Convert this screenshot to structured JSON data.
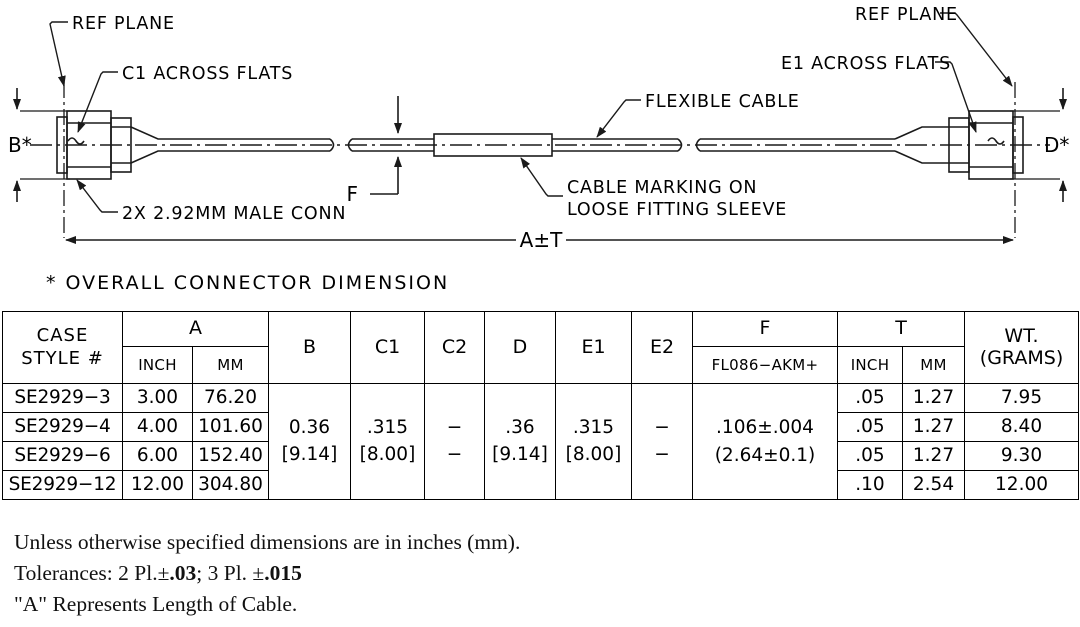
{
  "drawing": {
    "labels": {
      "ref_plane_left": "REF PLANE",
      "ref_plane_right": "REF PLANE",
      "c1_across_flats": "C1 ACROSS FLATS",
      "e1_across_flats": "E1 ACROSS FLATS",
      "male_conn": "2X 2.92MM MALE CONN",
      "flexible_cable": "FLEXIBLE CABLE",
      "cable_marking_line1": "CABLE MARKING ON",
      "cable_marking_line2": "LOOSE FITTING SLEEVE",
      "dim_b": "B*",
      "dim_d": "D*",
      "dim_f": "F",
      "dim_overall": "A±T"
    }
  },
  "footnote": {
    "overall_connector": "*  OVERALL  CONNECTOR  DIMENSION"
  },
  "table": {
    "headers": {
      "case_style_line1": "CASE",
      "case_style_line2": "STYLE  #",
      "a": "A",
      "a_inch": "INCH",
      "a_mm": "MM",
      "b": "B",
      "c1": "C1",
      "c2": "C2",
      "d": "D",
      "e1": "E1",
      "e2": "E2",
      "f": "F",
      "f_sub": "FL086−AKM+",
      "t": "T",
      "t_inch": "INCH",
      "t_mm": "MM",
      "wt_line1": "WT.",
      "wt_line2": "(GRAMS)"
    },
    "merged": {
      "b_line1": "0.36",
      "b_line2": "[9.14]",
      "c1_line1": ".315",
      "c1_line2": "[8.00]",
      "c2_line1": "−",
      "c2_line2": "−",
      "d_line1": ".36",
      "d_line2": "[9.14]",
      "e1_line1": ".315",
      "e1_line2": "[8.00]",
      "e2_line1": "−",
      "e2_line2": "−",
      "f_line1": ".106±.004",
      "f_line2": "(2.64±0.1)"
    },
    "rows": [
      {
        "style": "SE2929−3",
        "a_inch": "3.00",
        "a_mm": "76.20",
        "t_inch": ".05",
        "t_mm": "1.27",
        "wt": "7.95"
      },
      {
        "style": "SE2929−4",
        "a_inch": "4.00",
        "a_mm": "101.60",
        "t_inch": ".05",
        "t_mm": "1.27",
        "wt": "8.40"
      },
      {
        "style": "SE2929−6",
        "a_inch": "6.00",
        "a_mm": "152.40",
        "t_inch": ".05",
        "t_mm": "1.27",
        "wt": "9.30"
      },
      {
        "style": "SE2929−12",
        "a_inch": "12.00",
        "a_mm": "304.80",
        "t_inch": ".10",
        "t_mm": "2.54",
        "wt": "12.00"
      }
    ]
  },
  "notes": {
    "line1": "Unless otherwise specified dimensions are in inches (mm).",
    "line2_a": "Tolerances: 2 Pl.±",
    "line2_b": ".03",
    "line2_c": ";  3 Pl. ±",
    "line2_d": ".015",
    "line3": "\"A\" Represents Length of Cable."
  }
}
